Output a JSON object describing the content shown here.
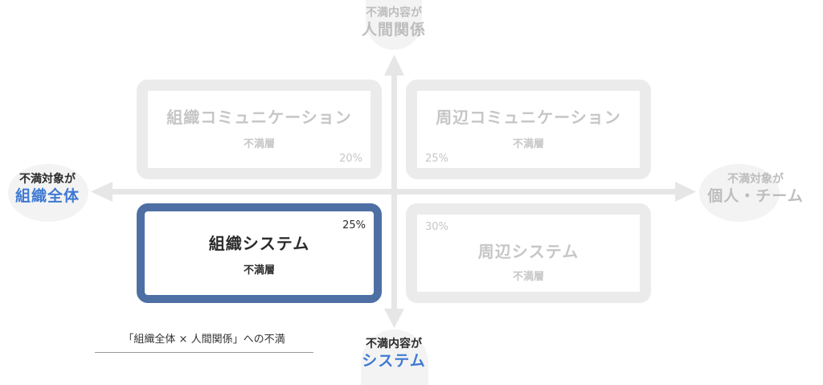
{
  "axes": {
    "top": {
      "line1": "不満内容が",
      "line2": "人間関係"
    },
    "bottom": {
      "line1": "不満内容が",
      "line2": "システム"
    },
    "left": {
      "line1": "不満対象が",
      "line2": "組織全体"
    },
    "right": {
      "line1": "不満対象が",
      "line2": "個人・チーム"
    }
  },
  "quadrants": {
    "top_left": {
      "title": "組織コミュニケーション",
      "subtitle": "不満層",
      "percent": "20%"
    },
    "top_right": {
      "title": "周辺コミュニケーション",
      "subtitle": "不満層",
      "percent": "25%"
    },
    "bottom_left": {
      "title": "組織システム",
      "subtitle": "不満層",
      "percent": "25%"
    },
    "bottom_right": {
      "title": "周辺システム",
      "subtitle": "不満層",
      "percent": "30%"
    }
  },
  "caption": "「組織全体 × 人間関係」への不満",
  "colors": {
    "active_border": "#4e6fa3",
    "inactive_border": "#ebebeb",
    "accent_text": "#3f7ad3",
    "muted_text": "#bdbdbd",
    "axis": "#e6e6e6"
  }
}
